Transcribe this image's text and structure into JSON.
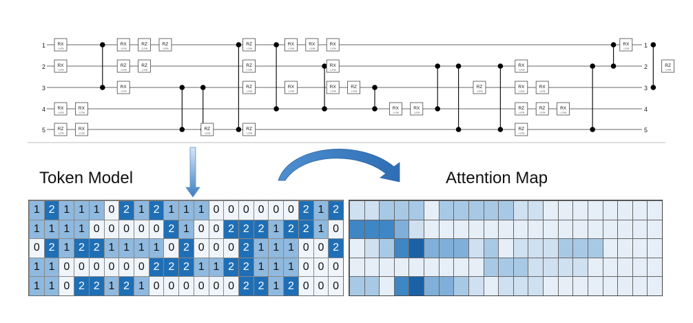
{
  "colors": {
    "token_0": "#f0f5fb",
    "token_1": "#8fb9df",
    "token_2": "#1f6fb6",
    "attn_levels": [
      "#e6eff8",
      "#cfe0f1",
      "#a8c9e6",
      "#80afd9",
      "#3f86c4",
      "#1b61a6"
    ],
    "arrow": "#3e7fc3"
  },
  "circuit": {
    "qubit_labels": [
      "1",
      "2",
      "3",
      "4",
      "5"
    ],
    "gate_subtext": "-1.5708",
    "gates": [
      {
        "q": 0,
        "col": 0,
        "label": "RX"
      },
      {
        "q": 1,
        "col": 0,
        "label": "RX"
      },
      {
        "q": 3,
        "col": 0,
        "label": "RX"
      },
      {
        "q": 4,
        "col": 0,
        "label": "RZ"
      },
      {
        "q": 3,
        "col": 1,
        "label": "RX"
      },
      {
        "q": 4,
        "col": 1,
        "label": "RX"
      },
      {
        "q": 0,
        "col": 3,
        "label": "RX"
      },
      {
        "q": 1,
        "col": 3,
        "label": "RZ"
      },
      {
        "q": 2,
        "col": 3,
        "label": "RX"
      },
      {
        "q": 0,
        "col": 4,
        "label": "RZ"
      },
      {
        "q": 1,
        "col": 4,
        "label": "RZ"
      },
      {
        "q": 0,
        "col": 5,
        "label": "RZ"
      },
      {
        "q": 4,
        "col": 7,
        "label": "RZ"
      },
      {
        "q": 0,
        "col": 9,
        "label": "RZ"
      },
      {
        "q": 1,
        "col": 9,
        "label": "RZ"
      },
      {
        "q": 2,
        "col": 9,
        "label": "RZ"
      },
      {
        "q": 4,
        "col": 9,
        "label": "RZ"
      },
      {
        "q": 0,
        "col": 11,
        "label": "RX"
      },
      {
        "q": 2,
        "col": 11,
        "label": "RX"
      },
      {
        "q": 0,
        "col": 12,
        "label": "RX"
      },
      {
        "q": 0,
        "col": 13,
        "label": "RX"
      },
      {
        "q": 1,
        "col": 13,
        "label": "RX"
      },
      {
        "q": 2,
        "col": 13,
        "label": "RX"
      },
      {
        "q": 2,
        "col": 14,
        "label": "RZ"
      },
      {
        "q": 3,
        "col": 16,
        "label": "RX"
      },
      {
        "q": 3,
        "col": 17,
        "label": "RX"
      },
      {
        "q": 2,
        "col": 20,
        "label": "RZ"
      },
      {
        "q": 1,
        "col": 22,
        "label": "RX"
      },
      {
        "q": 2,
        "col": 22,
        "label": "RX"
      },
      {
        "q": 3,
        "col": 22,
        "label": "RZ"
      },
      {
        "q": 4,
        "col": 22,
        "label": "RZ"
      },
      {
        "q": 2,
        "col": 23,
        "label": "RX"
      },
      {
        "q": 3,
        "col": 23,
        "label": "RZ"
      },
      {
        "q": 3,
        "col": 24,
        "label": "RX"
      },
      {
        "q": 0,
        "col": 27,
        "label": "RX"
      },
      {
        "q": 1,
        "col": 29,
        "label": "RZ"
      }
    ],
    "controls": [
      {
        "col": 2,
        "qubits": [
          0,
          2
        ]
      },
      {
        "col": 5.8,
        "qubits": [
          2,
          4
        ]
      },
      {
        "col": 6.8,
        "qubits": [
          2,
          4
        ]
      },
      {
        "col": 8.5,
        "qubits": [
          0,
          4
        ]
      },
      {
        "col": 10.3,
        "qubits": [
          0,
          3
        ]
      },
      {
        "col": 12.6,
        "qubits": [
          1,
          3
        ]
      },
      {
        "col": 15,
        "qubits": [
          2,
          3
        ]
      },
      {
        "col": 18,
        "qubits": [
          1,
          3
        ]
      },
      {
        "col": 19,
        "qubits": [
          1,
          4
        ]
      },
      {
        "col": 21,
        "qubits": [
          1,
          4
        ]
      },
      {
        "col": 25.4,
        "qubits": [
          1,
          4
        ]
      },
      {
        "col": 26.4,
        "qubits": [
          0,
          1
        ]
      },
      {
        "col": 28.3,
        "qubits": [
          0,
          2
        ]
      }
    ]
  },
  "token_model": {
    "title": "Token Model",
    "rows": [
      [
        1,
        2,
        1,
        1,
        1,
        0,
        2,
        1,
        2,
        1,
        1,
        1,
        0,
        0,
        0,
        0,
        0,
        0,
        2,
        1,
        2
      ],
      [
        1,
        1,
        1,
        1,
        0,
        0,
        0,
        0,
        0,
        2,
        1,
        0,
        0,
        2,
        2,
        2,
        1,
        2,
        2,
        1,
        0
      ],
      [
        0,
        2,
        1,
        2,
        2,
        1,
        1,
        1,
        1,
        0,
        2,
        0,
        0,
        0,
        2,
        1,
        1,
        1,
        0,
        0,
        2
      ],
      [
        1,
        1,
        0,
        0,
        0,
        0,
        0,
        0,
        2,
        2,
        2,
        1,
        1,
        2,
        2,
        1,
        1,
        1,
        0,
        0,
        0
      ],
      [
        1,
        1,
        0,
        2,
        2,
        1,
        2,
        1,
        0,
        0,
        0,
        0,
        0,
        0,
        2,
        2,
        1,
        2,
        0,
        0,
        0
      ]
    ]
  },
  "attention_map": {
    "title": "Attention Map",
    "rows": [
      [
        1,
        1,
        2,
        2,
        2,
        0,
        2,
        2,
        2,
        2,
        2,
        1,
        1,
        0,
        0,
        0,
        0,
        0,
        0,
        0,
        0
      ],
      [
        4,
        4,
        4,
        3,
        1,
        0,
        0,
        0,
        0,
        0,
        0,
        0,
        0,
        0,
        0,
        0,
        0,
        0,
        0,
        0,
        0
      ],
      [
        0,
        1,
        2,
        4,
        5,
        3,
        3,
        3,
        1,
        2,
        0,
        1,
        1,
        1,
        2,
        2,
        2,
        0,
        0,
        0,
        0
      ],
      [
        0,
        0,
        0,
        0,
        0,
        0,
        0,
        0,
        0,
        2,
        2,
        2,
        1,
        1,
        1,
        1,
        0,
        0,
        0,
        0,
        0
      ],
      [
        2,
        2,
        0,
        4,
        5,
        3,
        3,
        2,
        1,
        0,
        1,
        1,
        1,
        0,
        0,
        0,
        0,
        0,
        0,
        0,
        0
      ]
    ]
  }
}
